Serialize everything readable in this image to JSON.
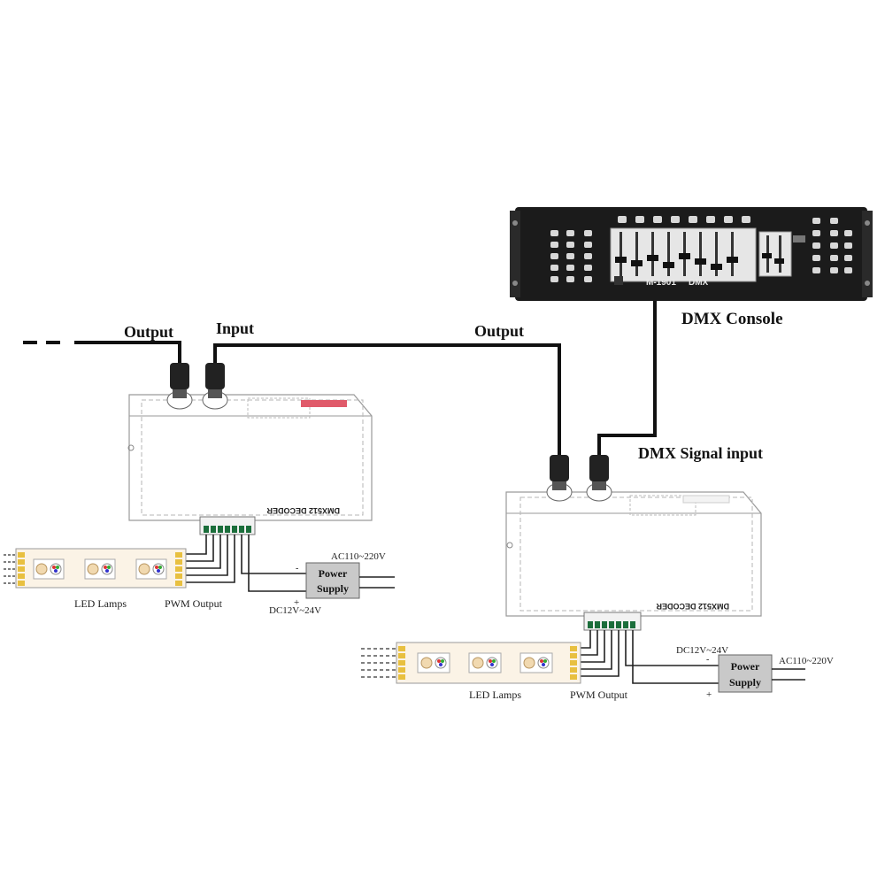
{
  "labels": {
    "output_left": "Output",
    "input_left": "Input",
    "output_right": "Output",
    "dmx_console": "DMX Console",
    "dmx_signal_input": "DMX Signal input"
  },
  "console": {
    "model": "M-1901",
    "protocol": "DMX"
  },
  "decoder_left": {
    "name": "DMX512 DECODER",
    "led_lamps": "LED Lamps",
    "pwm_output": "PWM Output",
    "power_supply_line1": "Power",
    "power_supply_line2": "Supply",
    "ac_input": "AC110~220V",
    "dc_output": "DC12V~24V",
    "minus": "-",
    "plus": "+"
  },
  "decoder_right": {
    "name": "DMX512 DECODER",
    "led_lamps": "LED Lamps",
    "pwm_output": "PWM Output",
    "power_supply_line1": "Power",
    "power_supply_line2": "Supply",
    "ac_input": "AC110~220V",
    "dc_output": "DC12V~24V",
    "minus": "-",
    "plus": "+"
  }
}
